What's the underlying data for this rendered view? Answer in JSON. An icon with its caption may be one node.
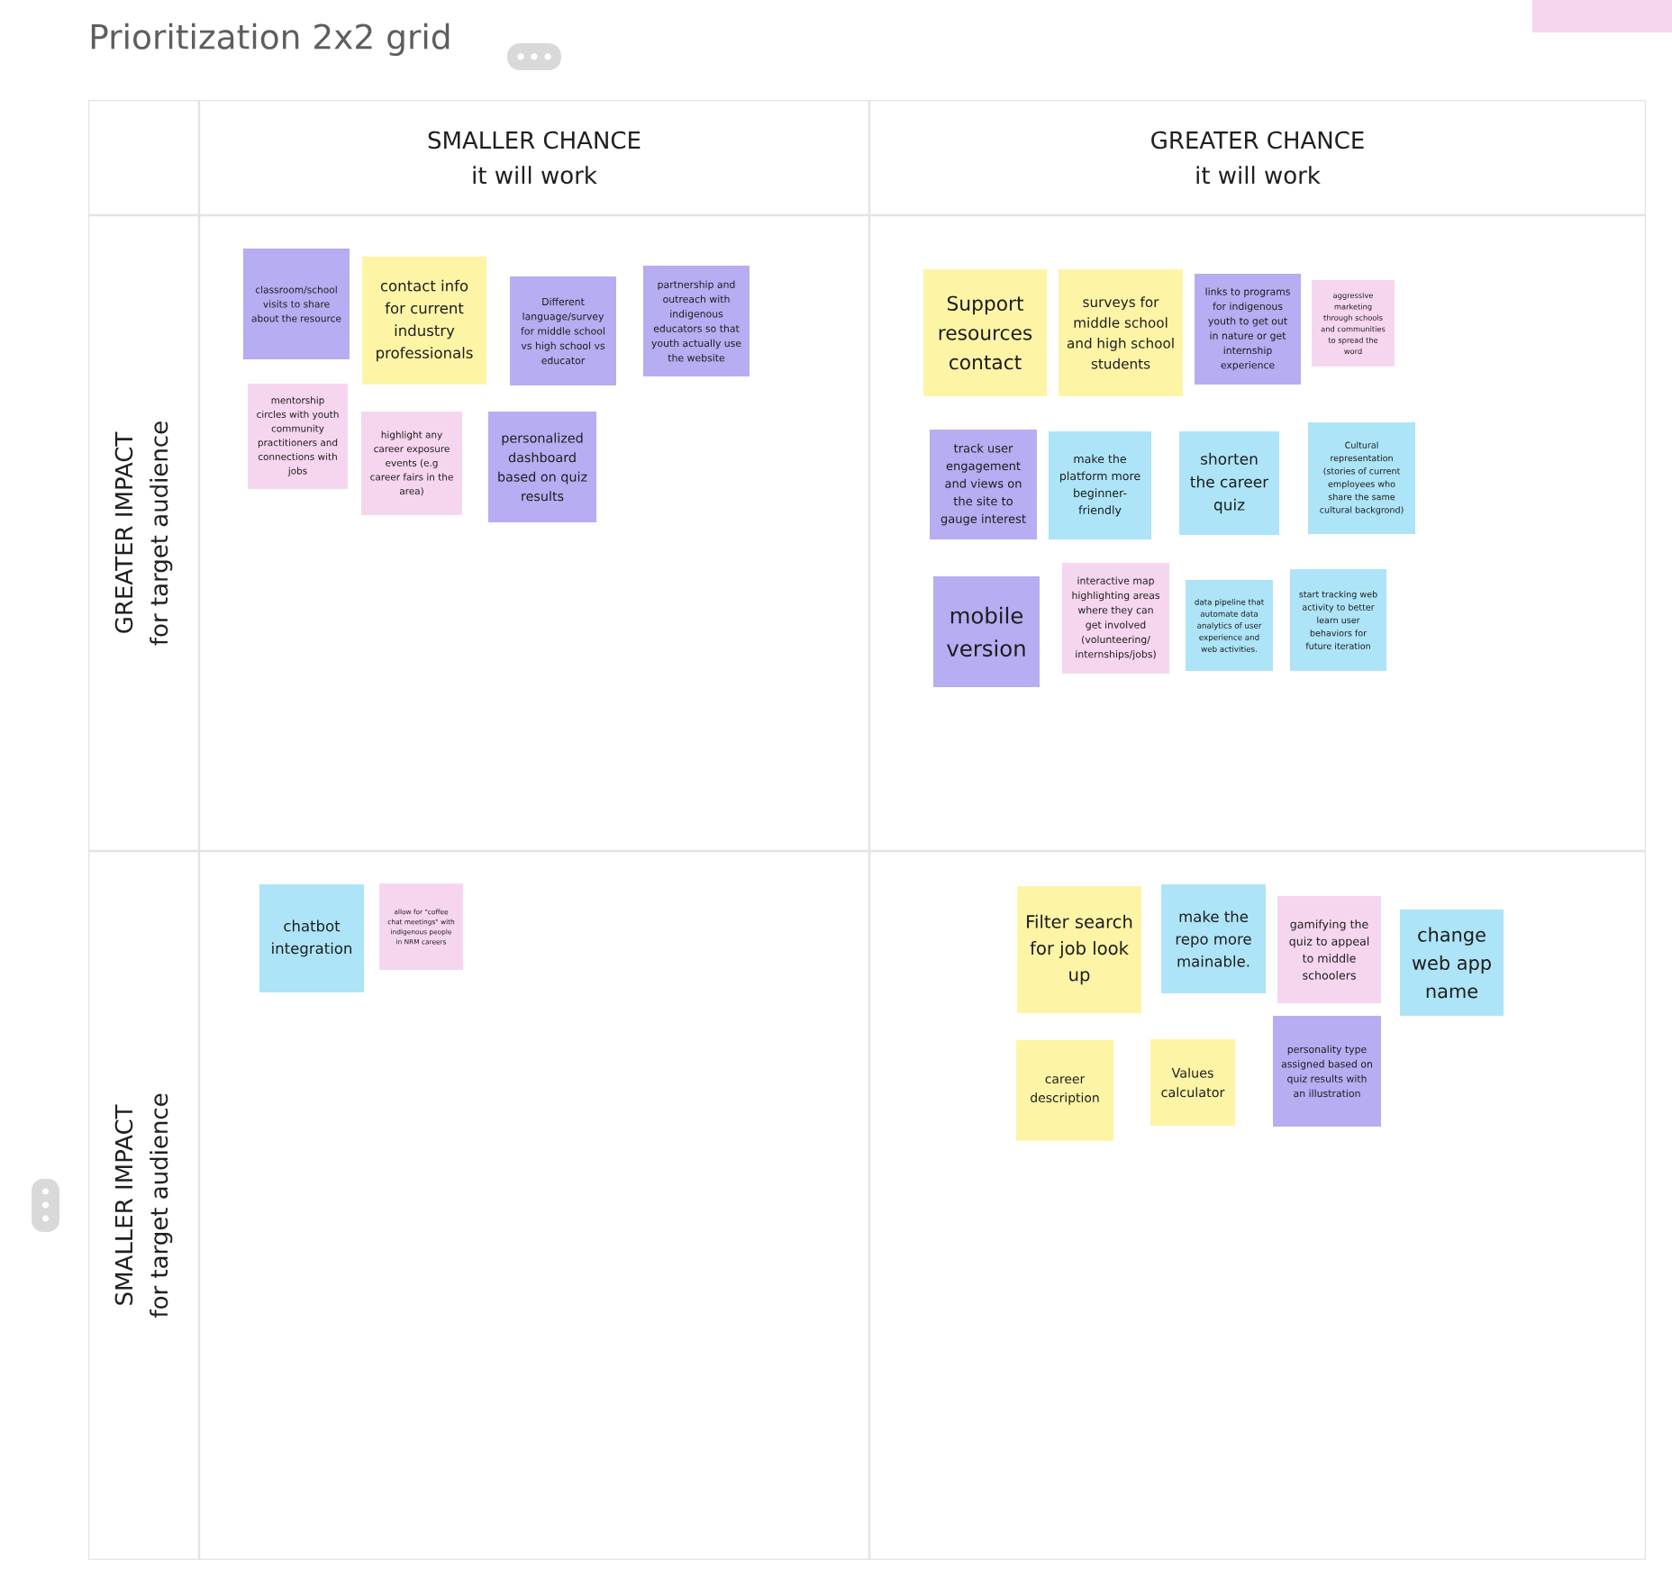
{
  "diagram": {
    "title": "Prioritization 2x2 grid",
    "nodes": [
      {
        "text": [],
        "shape": "box"
      },
      {
        "text": [],
        "shape": "box"
      },
      {
        "text": [
          "SMALLER CHANCE",
          "it will work"
        ]
      },
      {
        "text": [
          "GREATER CHANCE",
          "it will work"
        ]
      },
      {
        "text": [
          "GREATER IMPACT",
          "for target audience"
        ]
      },
      {
        "text": [],
        "shape": "box"
      },
      {
        "text": [
          "classroom/school visits to share about the resource"
        ],
        "in": 5
      },
      {
        "text": [
          "contact info for current industry professionals"
        ],
        "in": 5
      },
      {
        "text": [
          "Different language/survey for middle school vs high school vs educator"
        ],
        "in": 5
      },
      {
        "text": [
          "partnership and outreach with indigenous educators so that youth actually use the website"
        ],
        "in": 5
      },
      {
        "text": [
          "mentorship circles with youth community practitioners and connections with jobs"
        ],
        "in": 5
      },
      {
        "text": [
          "highlight any career exposure events (e.g career fairs in the area)"
        ],
        "in": 5
      },
      {
        "text": [
          "personalized dashboard based on quiz results"
        ],
        "in": 5
      },
      {
        "text": [],
        "shape": "box"
      },
      {
        "text": [
          "Support resources contact"
        ],
        "in": 13
      },
      {
        "text": [
          "surveys for middle school and high school students"
        ],
        "in": 13
      },
      {
        "text": [
          "links to programs for indigenous youth to get out in nature or get internship experience"
        ],
        "in": 13
      },
      {
        "text": [
          "aggressive marketing through schools and communities to spread the word"
        ],
        "in": 13
      },
      {
        "text": [
          "track user engagement and views on the site to gauge interest"
        ],
        "in": 13
      },
      {
        "text": [
          "make the platform more beginner-friendly"
        ],
        "in": 13
      },
      {
        "text": [
          "shorten the career quiz"
        ],
        "in": 13
      },
      {
        "text": [
          "Cultural representation (stories of current employees who share the same cultural backgrond)"
        ],
        "in": 13
      },
      {
        "text": [
          "mobile version"
        ],
        "in": 13
      },
      {
        "text": [
          "interactive map highlighting areas where they can get involved (volunteering/internships/jobs)"
        ],
        "in": 13
      },
      {
        "text": [
          "data pipeline that automate data analytics of user experience and web activities."
        ],
        "in": 13
      },
      {
        "text": [
          "start tracking web activity to better learn user behaviors for future iteration"
        ],
        "in": 13
      },
      {
        "text": [
          "SMALLER IMPACT",
          "for target audience"
        ]
      },
      {
        "text": [],
        "shape": "box"
      },
      {
        "text": [
          "chatbot integration"
        ],
        "in": 27
      },
      {
        "text": [
          "allow for \"coffee chat meetings\" with indigenous people in NRM careers"
        ],
        "in": 27
      },
      {
        "text": [],
        "shape": "box"
      },
      {
        "text": [
          "Filter search for job look up"
        ],
        "in": 30
      },
      {
        "text": [
          "make the repo more mainable."
        ],
        "in": 30
      },
      {
        "text": [
          "gamifying the quiz to appeal to middle schoolers"
        ],
        "in": 30
      },
      {
        "text": [
          "change web app name"
        ],
        "in": 30
      },
      {
        "text": [
          "career description"
        ],
        "in": 30
      },
      {
        "text": [
          "Values calculator"
        ],
        "in": 30
      },
      {
        "text": [
          "personality type assigned based on quiz results with an illustration"
        ],
        "in": 30
      }
    ]
  }
}
